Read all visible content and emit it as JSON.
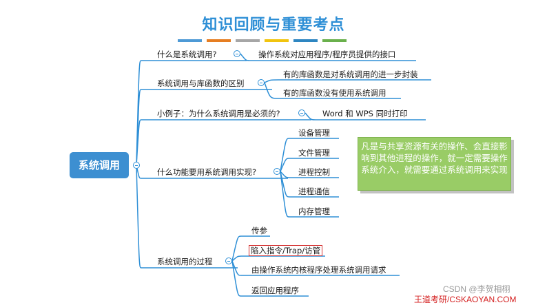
{
  "title": "知识回顾与重要考点",
  "title_bar_colors": [
    "#4e9ad6",
    "#e67e22",
    "#a6a6a6",
    "#f1c40f",
    "#2e86c1",
    "#6ab04c"
  ],
  "root": "系统调用",
  "branches": [
    {
      "label": "什么是系统调用?",
      "children": [
        "操作系统对应用程序/程序员提供的接口"
      ]
    },
    {
      "label": "系统调用与库函数的区别",
      "children": [
        "有的库函数是对系统调用的进一步封装",
        "有的库函数没有使用系统调用"
      ]
    },
    {
      "label": "小例子：为什么系统调用是必须的?",
      "children": [
        "Word 和 WPS 同时打印"
      ]
    },
    {
      "label": "什么功能要用系统调用实现?",
      "children": [
        "设备管理",
        "文件管理",
        "进程控制",
        "进程通信",
        "内存管理"
      ]
    },
    {
      "label": "系统调用的过程",
      "children": [
        "传参",
        "陷入指令/Trap/访管",
        "由操作系统内核程序处理系统调用请求",
        "返回应用程序"
      ]
    }
  ],
  "note": "凡是与共享资源有关的操作、会直接影响到其他进程的操作，就一定需要操作系统介入，就需要通过系统调用来实现",
  "watermark_csdn": "CSDN @李贺相栩",
  "watermark_wd": "王道考研/CSKAOYAN.COM",
  "colors": {
    "line": "#2e8fd6",
    "root": "#3d8fd1",
    "note": "#99cc66",
    "highlight": "#d43030"
  }
}
